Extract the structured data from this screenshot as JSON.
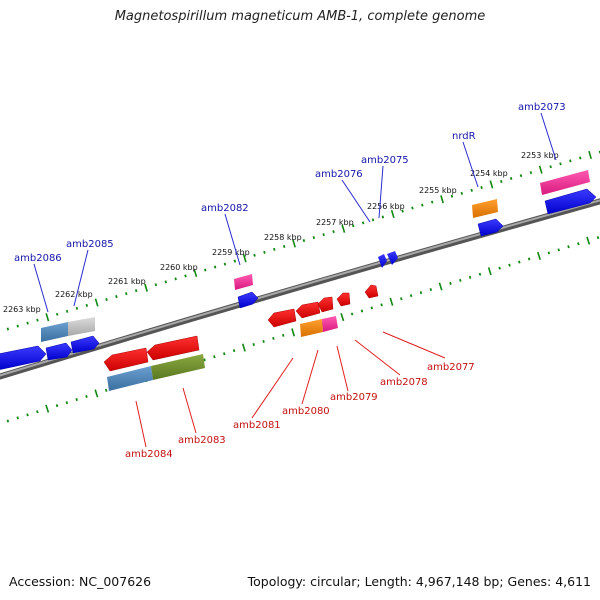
{
  "title": "Magnetospirillum magneticum AMB-1, complete genome",
  "footer": {
    "accession": "Accession: NC_007626",
    "summary": "Topology: circular; Length: 4,967,148 bp; Genes: 4,611"
  },
  "colors": {
    "forward_label": "#1515aa",
    "reverse_label": "#c41010",
    "ruler_ticks": "#118811",
    "backbone": "#777777"
  },
  "scale_labels": [
    "2263 kbp",
    "2262 kbp",
    "2261 kbp",
    "2260 kbp",
    "2259 kbp",
    "2258 kbp",
    "2257 kbp",
    "2256 kbp",
    "2255 kbp",
    "2254 kbp",
    "2253 kbp"
  ],
  "forward_genes": [
    {
      "name": "amb2086"
    },
    {
      "name": "amb2085"
    },
    {
      "name": "amb2082"
    },
    {
      "name": "amb2076"
    },
    {
      "name": "amb2075"
    },
    {
      "name": "nrdR"
    },
    {
      "name": "amb2073"
    }
  ],
  "reverse_genes": [
    {
      "name": "amb2084"
    },
    {
      "name": "amb2083"
    },
    {
      "name": "amb2081"
    },
    {
      "name": "amb2080"
    },
    {
      "name": "amb2079"
    },
    {
      "name": "amb2078"
    },
    {
      "name": "amb2077"
    }
  ]
}
